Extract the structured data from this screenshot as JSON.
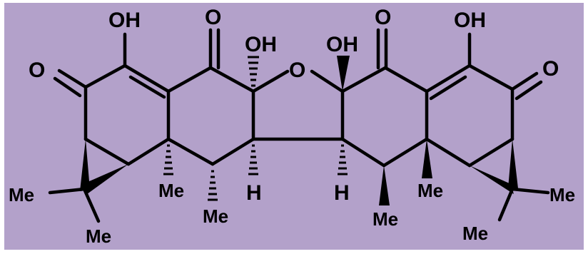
{
  "colors": {
    "background": "#B3A1CA",
    "ink": "#000000",
    "frame": "#FFFFFF"
  },
  "labels": {
    "oh_top_left": "OH",
    "o_keto_top_left": "O",
    "o_keto_left": "O",
    "oh_center_left": "OH",
    "o_ring": "O",
    "oh_center_right": "OH",
    "o_keto_top_right": "O",
    "oh_top_right": "OH",
    "o_keto_right": "O",
    "me_far_left": "Me",
    "me_bottom_left": "Me",
    "me_ring_left": "Me",
    "me_lower_left": "Me",
    "h_left": "H",
    "h_right": "H",
    "me_lower_right": "Me",
    "me_ring_right": "Me",
    "me_far_right": "Me",
    "me_bottom_right": "Me"
  }
}
